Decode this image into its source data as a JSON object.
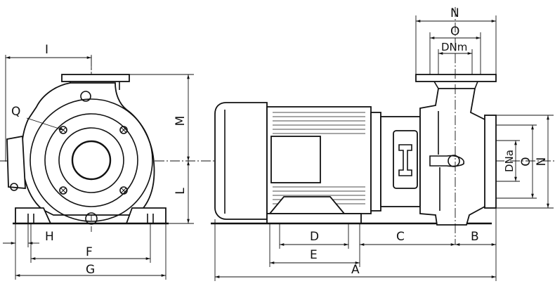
{
  "labels": {
    "A": "A",
    "B": "B",
    "C": "C",
    "D": "D",
    "E": "E",
    "F": "F",
    "G": "G",
    "H": "H",
    "I": "I",
    "L": "L",
    "M": "M",
    "N_top": "N",
    "N_side": "N",
    "O_top": "O",
    "O_side": "O",
    "Q": "Q",
    "DNm": "DNm",
    "DNa": "DNa"
  }
}
